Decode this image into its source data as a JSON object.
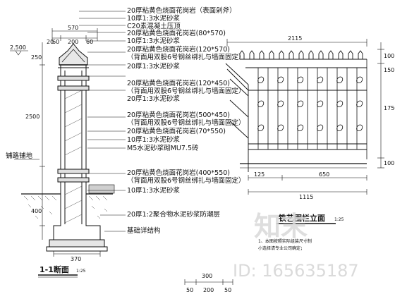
{
  "section_view": {
    "title": "1-1断面",
    "scale": "1:25",
    "annotations": [
      "20厚粘黄色烧面花岗岩（表面剁斧）",
      "10厚1:3水泥砂浆",
      "C20素混凝土压顶",
      "20厚粘黄色烧面花岗岩(80*570)",
      "10厚1:3水泥砂浆",
      "20厚粘黄色烧面花岗岩(120*570)",
      "（背面用双股6号钢丝绑扎与墙面固定）",
      "20厚1:3水泥砂浆",
      "20厚粘黄色烧面花岗岩(120*450)",
      "（背面用双股6号钢丝绑扎与墙面固定）",
      "20厚1:3水泥砂浆",
      "20厚粘黄色烧面花岗岩(500*450)",
      "（背面用双股6号钢丝绑扎与墙面固定）",
      "20厚粘黄色烧面花岗岩(70*550)",
      "10厚1:3水泥砂浆",
      "M5水泥砂浆砌MU7.5砖",
      "20厚粘黄色烧面花岗岩(400*550)",
      "（背面用双股6号钢丝绑扎与墙面固定）",
      "10厚1:3水泥砂浆",
      "20厚1:2聚合物水泥砂浆防潮层",
      "基础详结构"
    ],
    "side_labels": {
      "left_soil": "铺路铺地"
    },
    "dimensions": {
      "width_top": "570",
      "w1": "60",
      "w2": "200",
      "w3": "60",
      "height_total": "2500",
      "top_height": "250",
      "base_height": "400",
      "base_width": "370",
      "level_label": "2.500",
      "left_small": "20"
    }
  },
  "elevation_view": {
    "title": "铁艺围栏立面",
    "scale": "1:25",
    "notes": [
      "1、本图按照实际组装尺寸制",
      "小选择请专业公司确定；"
    ],
    "dimensions": {
      "top_width": "2115",
      "right_height": "1750",
      "r1": "100",
      "r2": "150",
      "b1": "125",
      "b2": "650",
      "bottom_total": "1115",
      "right_small": "100"
    }
  },
  "scale_bar": {
    "labels": [
      "300",
      "50",
      "200",
      "50"
    ]
  },
  "watermark": {
    "logo_text": "知末",
    "id_text": "ID: 165635187"
  }
}
